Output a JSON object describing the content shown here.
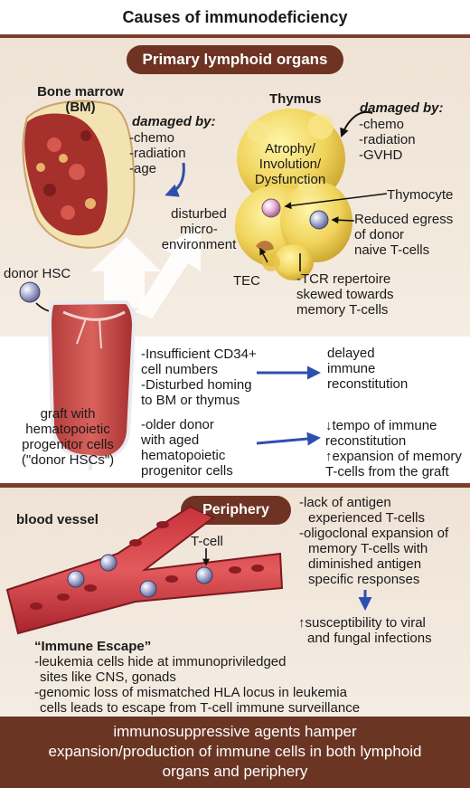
{
  "title": "Causes of immunodeficiency",
  "primary_section": {
    "label": "Primary lymphoid organs",
    "bone_marrow": {
      "title_lines": [
        "Bone marrow",
        "(BM)"
      ],
      "damaged_by_label": "damaged by:",
      "damaged_by_items": [
        "-chemo",
        "-radiation",
        "-age"
      ],
      "effect_lines": [
        "disturbed",
        "micro-",
        "environment"
      ]
    },
    "thymus": {
      "title": "Thymus",
      "damaged_by_label": "damaged by:",
      "damaged_by_items": [
        "-chemo",
        "-radiation",
        "-GVHD"
      ],
      "condition_lines": [
        "Atrophy/",
        "Involution/",
        "Dysfunction"
      ],
      "thymocyte_label": "Thymocyte",
      "egress_lines": [
        "Reduced egress",
        "of donor",
        "naive T-cells"
      ],
      "tec_label": "TEC",
      "tcr_lines": [
        "-TCR repertoire",
        "skewed towards",
        "memory T-cells"
      ]
    },
    "donor_hsc_label": "donor HSC",
    "graft_lines": [
      "graft with",
      "hematopoietic",
      "progenitor cells",
      "(\"donor HSCs\")"
    ]
  },
  "graft_section": {
    "cause1_lines": [
      "-Insufficient CD34+",
      "cell numbers",
      "-Disturbed homing",
      "to BM or thymus"
    ],
    "effect1_lines": [
      "delayed",
      "immune",
      "reconstitution"
    ],
    "cause2_lines": [
      "-older donor",
      "with aged",
      "hematopoietic",
      "progenitor cells"
    ],
    "effect2_lines": [
      "↓tempo of immune",
      "reconstitution",
      "↑expansion of memory",
      "T-cells from the graft"
    ]
  },
  "periphery_section": {
    "label": "Periphery",
    "blood_vessel_label": "blood vessel",
    "tcell_label": "T-cell",
    "lack_lines": [
      "-lack of antigen",
      "experienced T-cells",
      "-oligoclonal expansion of",
      "memory T-cells with",
      "diminished antigen",
      "specific responses"
    ],
    "susceptibility_lines": [
      "↑susceptibility to viral",
      "and fungal infections"
    ],
    "escape_title": "“Immune Escape”",
    "escape_lines": [
      "-leukemia cells hide at immunopriviledged",
      "sites like CNS, gonads",
      "-genomic loss of mismatched HLA locus in leukemia",
      "cells leads to escape from T-cell immune surveillance"
    ]
  },
  "footer_lines": [
    "immunosuppressive agents hamper",
    "expansion/production of immune cells in both lymphoid",
    "organs and periphery"
  ]
}
